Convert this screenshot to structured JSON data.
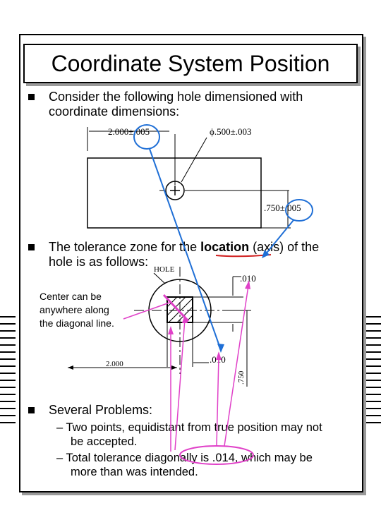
{
  "title": "Coordinate System Position",
  "bullets": [
    {
      "line1": "Consider the following hole dimensioned with",
      "line2": "coordinate dimensions:"
    },
    {
      "line1_pre": "The tolerance zone for the ",
      "line1_em": "location",
      "line1_post": " (axis) of the",
      "line2": "hole is as follows:"
    },
    {
      "line1": "Several Problems:",
      "sub": [
        {
          "line1": "– Two points, equidistant from true position may not",
          "line2": "be accepted."
        },
        {
          "line1": "– Total tolerance diagonally is .014, which may be",
          "line2": "more than was intended."
        }
      ]
    }
  ],
  "note": {
    "line1": "Center can be",
    "line2": "anywhere along",
    "line3": "the diagonal line."
  },
  "dims": {
    "x_dim": "2.000±.005",
    "diameter": "ϕ.500±.003",
    "y_dim": ".750±.005",
    "hole_label": "HOLE",
    "tol_top": ".010",
    "tol_bottom": ".010",
    "x_lower": "2.000",
    "y_lower": ".750"
  },
  "colors": {
    "callout_blue": "#1f6fd6",
    "annotation_magenta": "#e040c8",
    "underline_red": "#d02020"
  }
}
